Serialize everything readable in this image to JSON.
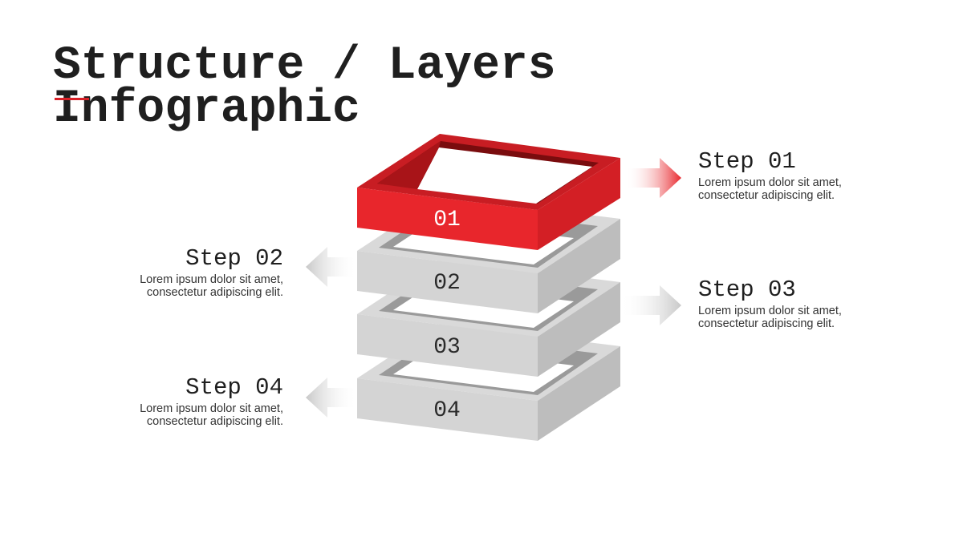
{
  "title": {
    "line1": "Structure / Layers",
    "line2": "Infographic"
  },
  "colors": {
    "accent": "#d92027",
    "layer_gray": "#d6d6d6",
    "text": "#1f1f1f"
  },
  "layers": [
    {
      "label": "01",
      "highlight": true
    },
    {
      "label": "02",
      "highlight": false
    },
    {
      "label": "03",
      "highlight": false
    },
    {
      "label": "04",
      "highlight": false
    }
  ],
  "steps": [
    {
      "title": "Step 01",
      "desc_line1": "Lorem ipsum dolor sit amet,",
      "desc_line2": "consectetur adipiscing elit.",
      "side": "right"
    },
    {
      "title": "Step 02",
      "desc_line1": "Lorem ipsum dolor sit amet,",
      "desc_line2": "consectetur adipiscing elit.",
      "side": "left"
    },
    {
      "title": "Step 03",
      "desc_line1": "Lorem ipsum dolor sit amet,",
      "desc_line2": "consectetur adipiscing elit.",
      "side": "right"
    },
    {
      "title": "Step 04",
      "desc_line1": "Lorem ipsum dolor sit amet,",
      "desc_line2": "consectetur adipiscing elit.",
      "side": "left"
    }
  ]
}
